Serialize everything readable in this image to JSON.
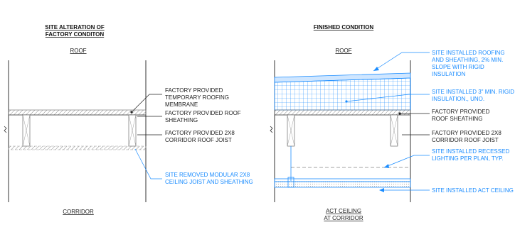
{
  "colors": {
    "ink": "#222222",
    "accent": "#1a8cff",
    "hatch": "#9a9a9a"
  },
  "left": {
    "title": [
      "SITE ALTERATION OF",
      "FACTORY CONDITON"
    ],
    "top_label": "ROOF",
    "bottom_label": "CORRIDOR",
    "notes": [
      [
        "FACTORY PROVIDED",
        "TEMPORARY ROOFING",
        "MEMBRANE"
      ],
      [
        "FACTORY PROVIDED ROOF",
        "SHEATHING"
      ],
      [
        "FACTORY PROVIDED 2X8",
        "CORRIDOR ROOF JOIST"
      ]
    ],
    "removed_note": [
      "SITE REMOVED MODULAR 2X8",
      "CEILING JOIST AND SHEATHING"
    ]
  },
  "right": {
    "title": "FINISHED CONDITION",
    "top_label": "ROOF",
    "bottom_label": [
      "ACT CEILING",
      "AT CORRIDOR"
    ],
    "site_notes": [
      [
        "SITE INSTALLED ROOFING",
        "AND SHEATHING, 2% MIN.",
        "SLOPE WITH RIGID",
        "INSULATION"
      ],
      [
        "SITE INSTALLED 3\" MIN. RIGID",
        "INSULATION., UNO."
      ],
      [
        "SITE INSTALLED RECESSED",
        "LIGHTING PER PLAN, TYP."
      ],
      [
        "SITE INSTALLED ACT CEILING"
      ]
    ],
    "factory_notes": [
      [
        "FACTORY PROVIDED",
        "ROOF SHEATHING"
      ],
      [
        "FACTORY PROVIDED 2X8",
        "CORRIDOR ROOF JOIST"
      ]
    ]
  }
}
